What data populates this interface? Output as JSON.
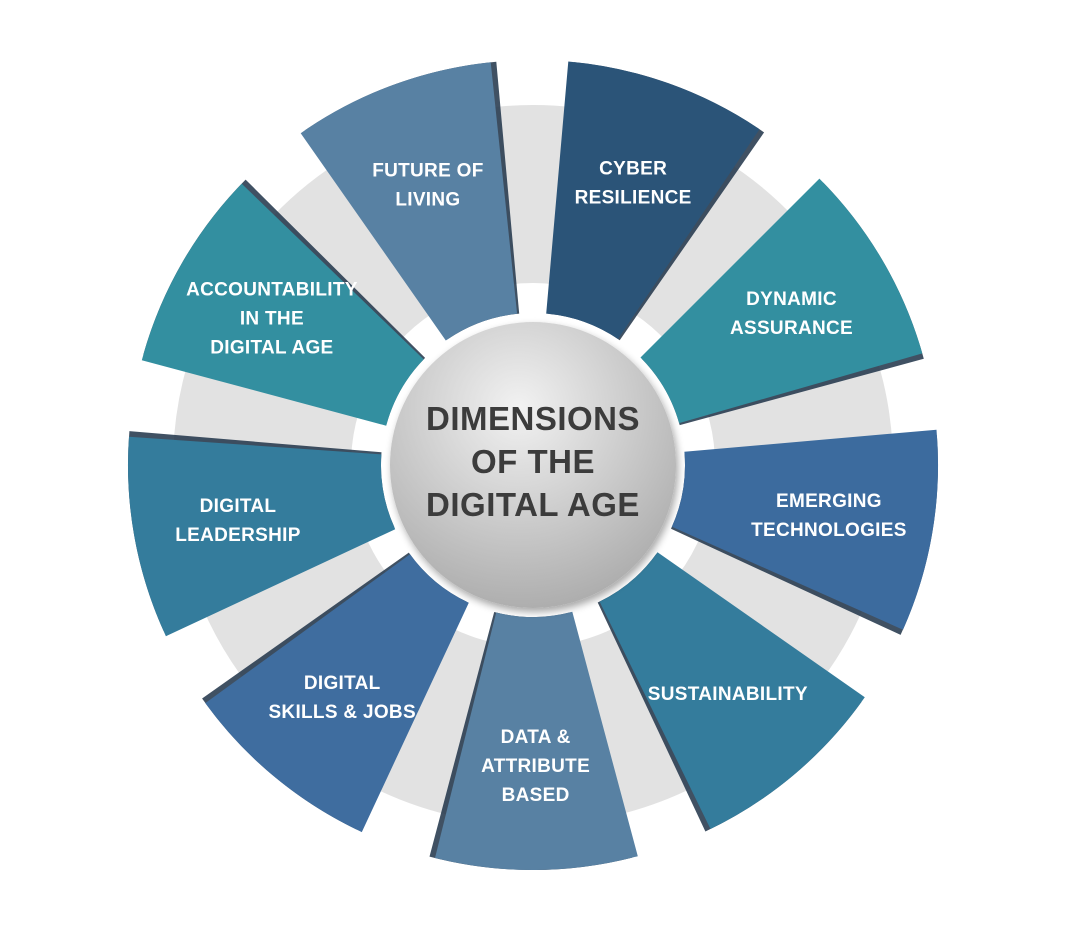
{
  "center": {
    "lines": [
      "DIMENSIONS",
      "OF THE",
      "DIGITAL AGE"
    ]
  },
  "colors": {
    "steel_blue": "#5881a3",
    "dark_navy": "#2b5478",
    "teal": "#338fa0",
    "medium_blue": "#3c6b9e",
    "petrol": "#347c9c",
    "gap_grey": "#e2e2e2",
    "center_light": "#eeeeee",
    "center_dark": "#a9a9a9"
  },
  "segments": [
    {
      "name": "segment-future-of-living",
      "lines": [
        "FUTURE OF",
        "LIVING"
      ],
      "color": "#5881a3"
    },
    {
      "name": "segment-cyber-resilience",
      "lines": [
        "CYBER",
        "RESILIENCE"
      ],
      "color": "#2b5478"
    },
    {
      "name": "segment-dynamic-assurance",
      "lines": [
        "DYNAMIC",
        "ASSURANCE"
      ],
      "color": "#338fa0"
    },
    {
      "name": "segment-emerging-technologies",
      "lines": [
        "EMERGING",
        "TECHNOLOGIES"
      ],
      "color": "#3c6b9e"
    },
    {
      "name": "segment-sustainability",
      "lines": [
        "SUSTAINABILITY"
      ],
      "color": "#347c9c"
    },
    {
      "name": "segment-data-attribute-based",
      "lines": [
        "DATA &",
        "ATTRIBUTE",
        "BASED"
      ],
      "color": "#5881a3"
    },
    {
      "name": "segment-digital-skills-jobs",
      "lines": [
        "DIGITAL",
        "SKILLS & JOBS"
      ],
      "color": "#3f6d9f"
    },
    {
      "name": "segment-digital-leadership",
      "lines": [
        "DIGITAL",
        "LEADERSHIP"
      ],
      "color": "#347c9c"
    },
    {
      "name": "segment-accountability",
      "lines": [
        "ACCOUNTABILITY",
        "IN THE",
        "DIGITAL AGE"
      ],
      "color": "#338fa0"
    }
  ]
}
